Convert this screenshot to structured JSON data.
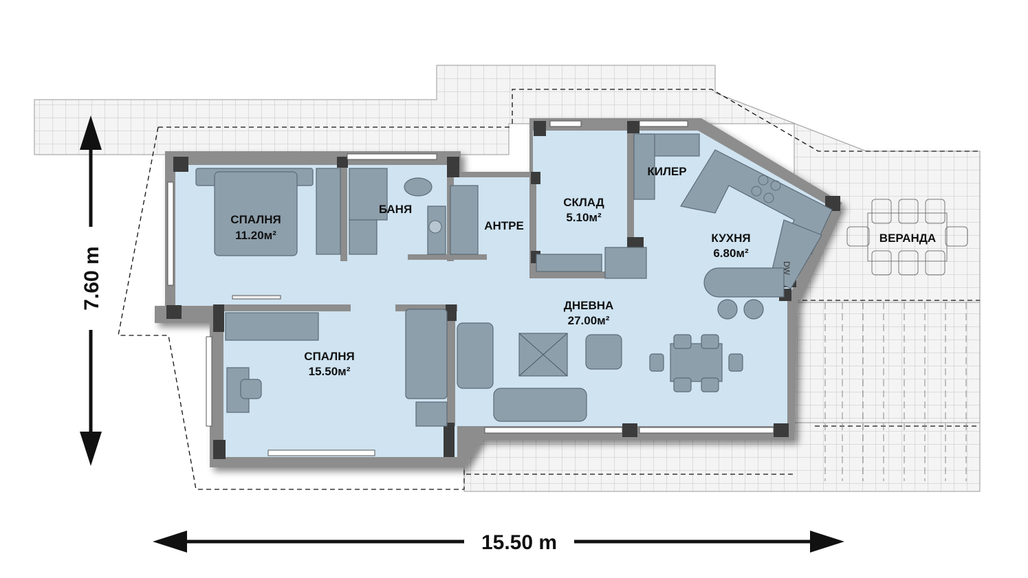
{
  "title": "Floor plan",
  "dimensions": {
    "width": "15.50 m",
    "height": "7.60 m"
  },
  "rooms": {
    "bedroom1": {
      "name": "СПАЛНЯ",
      "area": "11.20м²"
    },
    "bathroom": {
      "name": "БАНЯ"
    },
    "hallway": {
      "name": "АНТРЕ"
    },
    "storage": {
      "name": "СКЛАД",
      "area": "5.10м²"
    },
    "pantry": {
      "name": "КИЛЕР"
    },
    "kitchen": {
      "name": "КУХНЯ",
      "area": "6.80м²"
    },
    "veranda": {
      "name": "ВЕРАНДА"
    },
    "living": {
      "name": "ДНЕВНА",
      "area": "27.00м²"
    },
    "bedroom2": {
      "name": "СПАЛНЯ",
      "area": "15.50м²"
    }
  },
  "appliance_labels": {
    "dishwasher": "DW"
  },
  "colors": {
    "floor": "#cfe3f1",
    "wall": "#8d8d8d",
    "pillar": "#3b3b3b",
    "furniture": "#8e9fac",
    "grid": "#c9c9c9"
  }
}
